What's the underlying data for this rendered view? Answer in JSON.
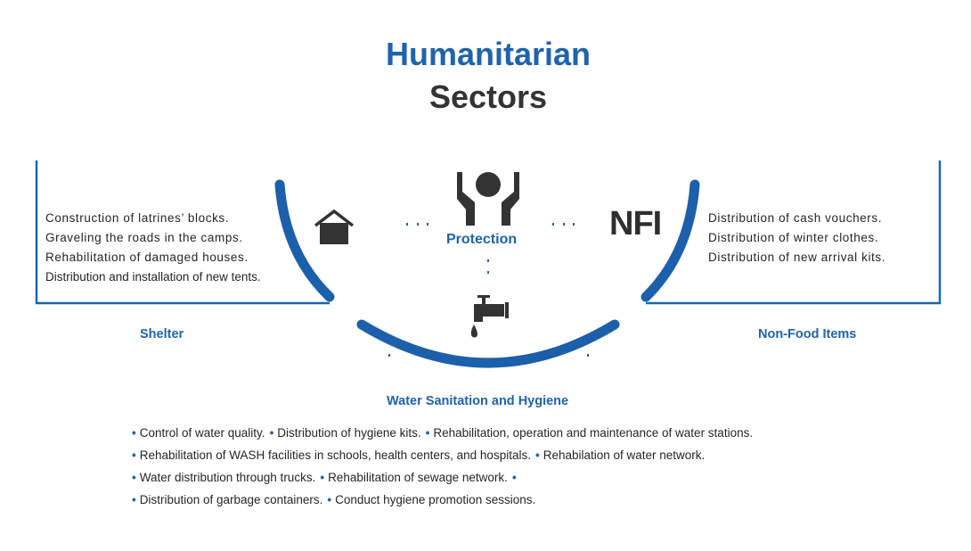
{
  "title": {
    "line1": "Humanitarian",
    "line2": "Sectors"
  },
  "colors": {
    "accent": "#1f63ae",
    "dark": "#333333"
  },
  "shelter": {
    "label": "Shelter",
    "icon": "house-icon",
    "items": [
      "Construction of latrines’ blocks.",
      "Graveling the roads in the camps.",
      "Rehabilitation of damaged houses.",
      "Distribution and installation of new tents."
    ]
  },
  "protection": {
    "label": "Protection",
    "icon": "hands-protecting-person-icon"
  },
  "nfi": {
    "icon_text": "NFI",
    "label": "Non-Food Items",
    "items": [
      "Distribution of cash vouchers.",
      "Distribution of winter clothes.",
      "Distribution of new arrival kits."
    ]
  },
  "wash": {
    "label": "Water Sanitation and Hygiene",
    "icon": "water-tap-icon",
    "lines": [
      [
        "Control of water quality.",
        "Distribution of hygiene kits.",
        "Rehabilitation, operation and maintenance of water stations."
      ],
      [
        "Rehabilitation of WASH facilities in schools, health centers, and hospitals.",
        "Rehabilation of water network."
      ],
      [
        "Water distribution through trucks.",
        "Rehabilitation of sewage network.",
        ""
      ],
      [
        "Distribution of garbage containers.",
        "Conduct hygiene promotion sessions."
      ]
    ]
  }
}
